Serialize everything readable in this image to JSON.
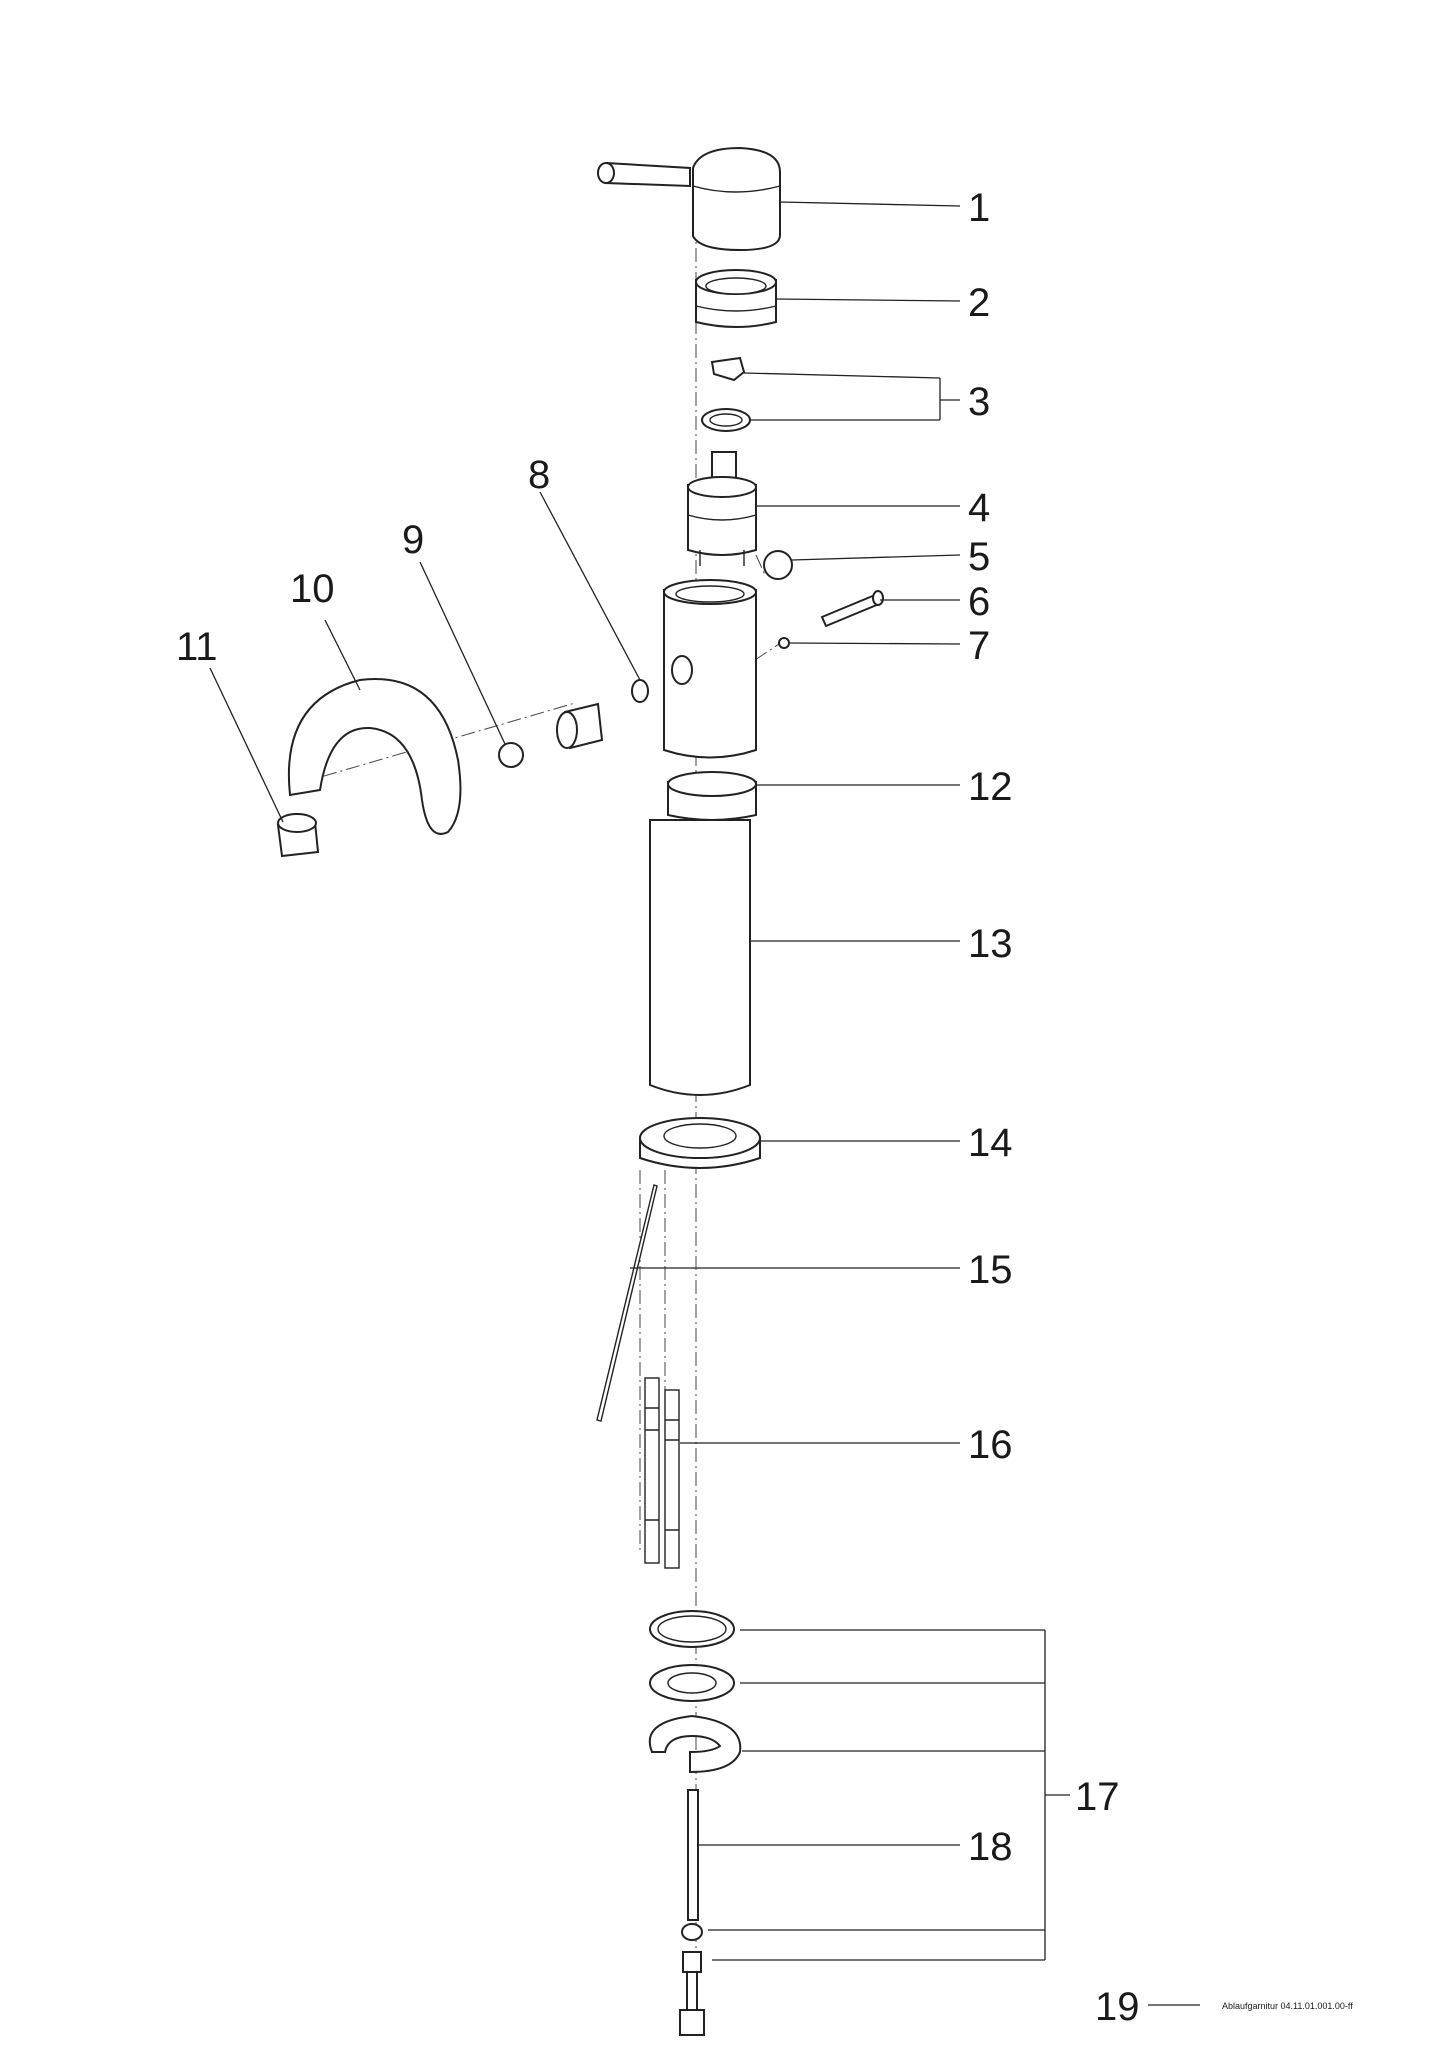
{
  "diagram": {
    "part_labels": [
      "1",
      "2",
      "3",
      "4",
      "5",
      "6",
      "7",
      "8",
      "9",
      "10",
      "11",
      "12",
      "13",
      "14",
      "15",
      "16",
      "17",
      "18",
      "19"
    ],
    "reference_note": "Ablaufgarnitur 04.11.01.001.00-ff"
  }
}
